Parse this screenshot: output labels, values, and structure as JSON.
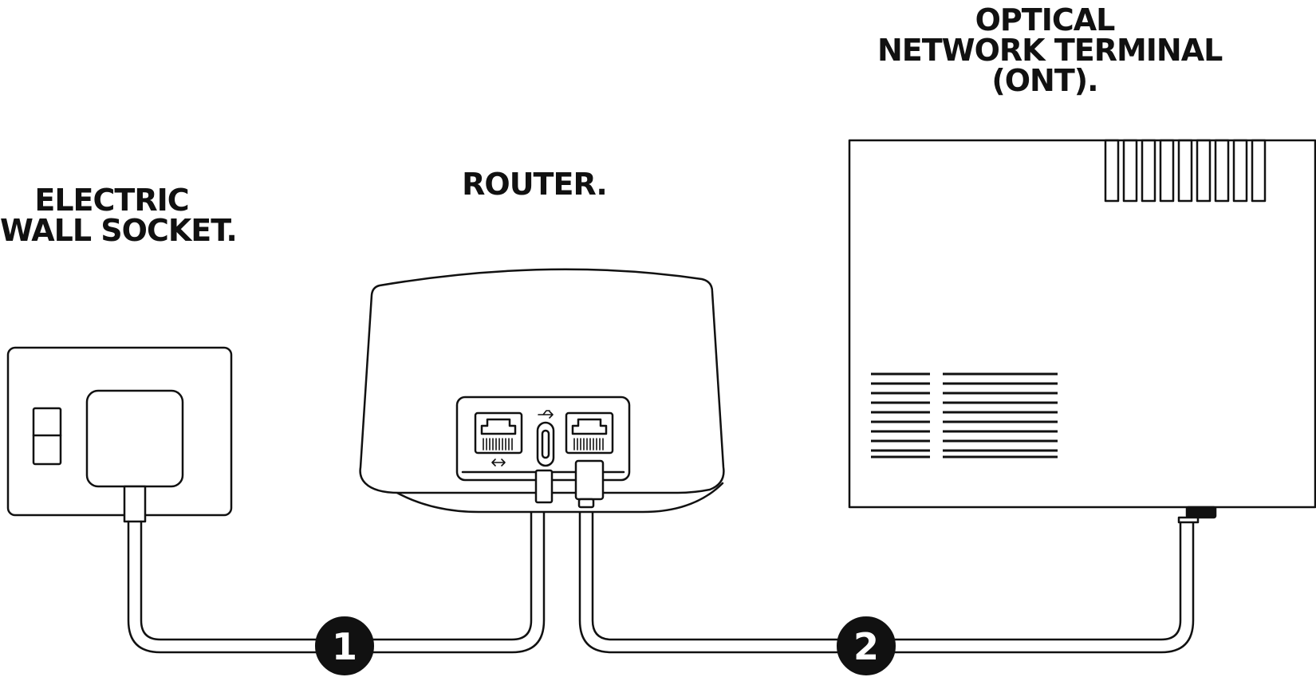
{
  "labels": {
    "socket": [
      "ELECTRIC",
      "WALL SOCKET."
    ],
    "router": [
      "ROUTER."
    ],
    "ont": [
      "OPTICAL",
      "NETWORK TERMINAL",
      "(ONT)."
    ]
  },
  "steps": {
    "power_cable": "1",
    "ethernet_cable": "2"
  },
  "colors": {
    "line": "#111111",
    "fill": "#ffffff",
    "badge": "#111111",
    "badge_text": "#ffffff"
  },
  "icons": [
    "power-switch-icon",
    "plug-icon",
    "ethernet-port-icon",
    "usb-c-port-icon",
    "usb-symbol-icon",
    "port-arrows-icon"
  ]
}
